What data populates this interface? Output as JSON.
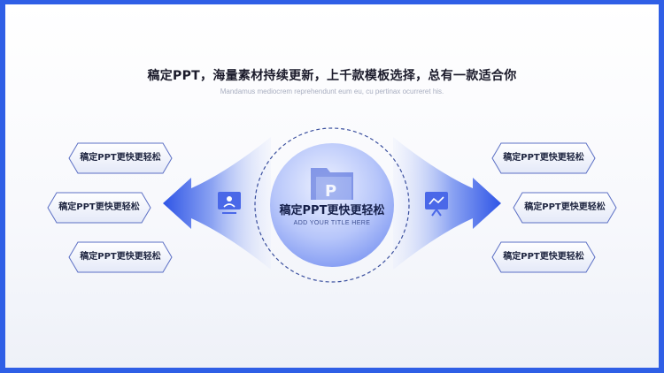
{
  "header": {
    "title": "稿定PPT，海量素材持续更新，上千款模板选择，总有一款适合你",
    "subtitle": "Mandamus mediocrem reprehendunt eum eu, cu pertinax ocurreret his."
  },
  "center": {
    "title": "稿定PPT更快更轻松",
    "subtitle": "ADD YOUR TITLE HERE",
    "icon": "folder-ppt-icon"
  },
  "left_items": [
    {
      "label": "稿定PPT更快更轻松"
    },
    {
      "label": "稿定PPT更快更轻松"
    },
    {
      "label": "稿定PPT更快更轻松"
    }
  ],
  "right_items": [
    {
      "label": "稿定PPT更快更轻松"
    },
    {
      "label": "稿定PPT更快更轻松"
    },
    {
      "label": "稿定PPT更快更轻松"
    }
  ],
  "icons": {
    "left_arrow": "presentation-user-icon",
    "right_arrow": "presentation-chart-icon"
  },
  "colors": {
    "frame": "#2f5fe6",
    "accent": "#3657e8",
    "hex_border": "#5b6fc4"
  }
}
